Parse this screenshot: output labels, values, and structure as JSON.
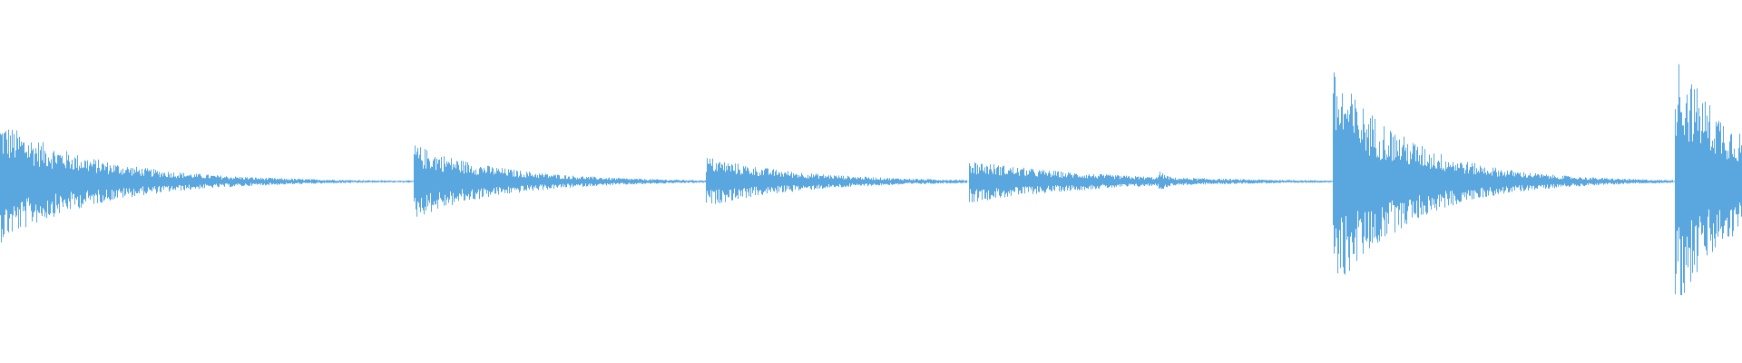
{
  "waveform": {
    "color": "#5aa7e0",
    "background": "#ffffff",
    "samples_shown": 1920,
    "hits": [
      {
        "id": "hit-1",
        "start": 0.0,
        "end": 0.235,
        "peak": 0.34,
        "decay": 0.055,
        "floor": 0.006,
        "tail_to": 0.3
      },
      {
        "id": "hit-2",
        "start": 0.237,
        "end": 0.385,
        "peak": 0.21,
        "decay": 0.05,
        "floor": 0.004,
        "tail_to": 0.405
      },
      {
        "id": "hit-3",
        "start": 0.405,
        "end": 0.555,
        "peak": 0.14,
        "decay": 0.055,
        "floor": 0.004,
        "tail_to": 0.555
      },
      {
        "id": "hit-4",
        "start": 0.556,
        "end": 0.763,
        "peak": 0.12,
        "decay": 0.07,
        "floor": 0.004,
        "tail_to": 0.765
      },
      {
        "id": "hit-5",
        "start": 0.765,
        "end": 0.96,
        "peak": 0.62,
        "decay": 0.045,
        "floor": 0.006,
        "tail_to": 0.96
      },
      {
        "id": "hit-6",
        "start": 0.961,
        "end": 1.0,
        "peak": 0.72,
        "decay": 0.04,
        "floor": 0.04,
        "tail_to": 1.0
      }
    ],
    "secondary_bumps": [
      {
        "at": 0.665,
        "amp": 0.06
      }
    ]
  }
}
